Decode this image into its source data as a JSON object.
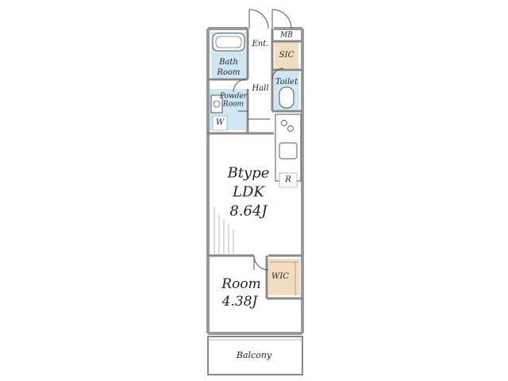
{
  "plan": {
    "unit_type": "Btype",
    "rooms": {
      "entrance": "Ent.",
      "meter_box": "MB",
      "shoe_closet": "SIC",
      "bathroom_line1": "Bath",
      "bathroom_line2": "Room",
      "hall": "Hall",
      "toilet": "Toilet",
      "powder_room_line1": "Powder",
      "powder_room_line2": "Room",
      "washer": "W",
      "refrigerator": "R",
      "ldk_label": "LDK",
      "ldk_size": "8.64J",
      "room_label": "Room",
      "room_size": "4.38J",
      "wic": "WIC",
      "balcony": "Balcony"
    },
    "colors": {
      "wall": "#9a9a9a",
      "line": "#555555",
      "wet_area": "#cfe6f4",
      "storage": "#f2dcc2"
    }
  }
}
